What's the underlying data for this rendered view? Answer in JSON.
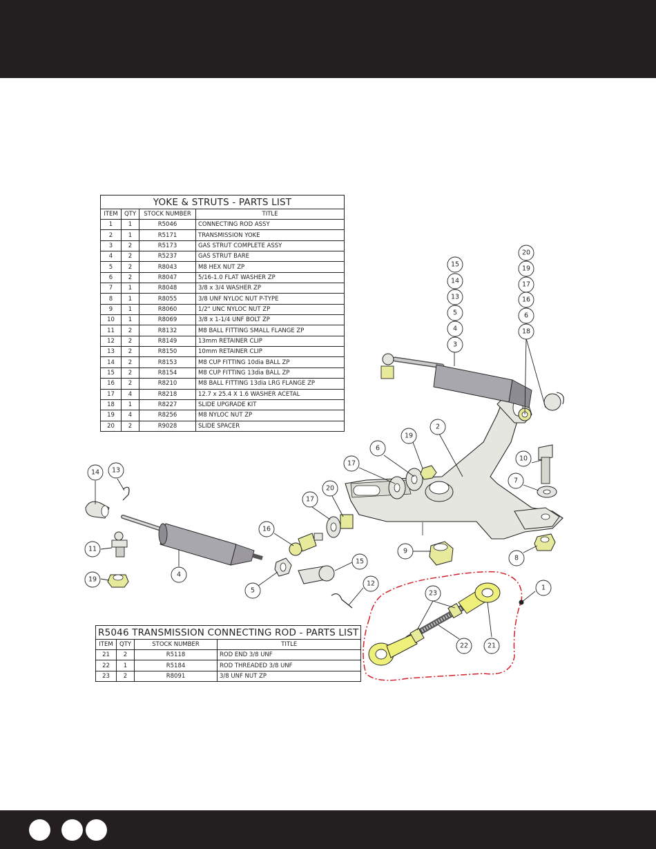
{
  "yoke_table": {
    "title": "YOKE & STRUTS - PARTS LIST",
    "headers": [
      "ITEM",
      "QTY",
      "STOCK NUMBER",
      "TITLE"
    ],
    "rows": [
      [
        "1",
        "1",
        "R5046",
        "CONNECTING ROD ASSY"
      ],
      [
        "2",
        "1",
        "R5171",
        "TRANSMISSION YOKE"
      ],
      [
        "3",
        "2",
        "R5173",
        "GAS STRUT COMPLETE ASSY"
      ],
      [
        "4",
        "2",
        "R5237",
        "GAS STRUT BARE"
      ],
      [
        "5",
        "2",
        "R8043",
        "M8 HEX NUT ZP"
      ],
      [
        "6",
        "2",
        "R8047",
        "5/16-1.0 FLAT WASHER ZP"
      ],
      [
        "7",
        "1",
        "R8048",
        "3/8 x 3/4 WASHER ZP"
      ],
      [
        "8",
        "1",
        "R8055",
        "3/8 UNF NYLOC NUT P-TYPE"
      ],
      [
        "9",
        "1",
        "R8060",
        "1/2\" UNC NYLOC NUT ZP"
      ],
      [
        "10",
        "1",
        "R8069",
        "3/8 x 1-1/4  UNF BOLT ZP"
      ],
      [
        "11",
        "2",
        "R8132",
        "M8 BALL FITTING SMALL FLANGE ZP"
      ],
      [
        "12",
        "2",
        "R8149",
        "13mm RETAINER CLIP"
      ],
      [
        "13",
        "2",
        "R8150",
        "10mm RETAINER CLIP"
      ],
      [
        "14",
        "2",
        "R8153",
        "M8 CUP FITTING 10dia BALL ZP"
      ],
      [
        "15",
        "2",
        "R8154",
        "M8 CUP FITTING 13dia BALL ZP"
      ],
      [
        "16",
        "2",
        "R8210",
        "M8 BALL FITTING 13dia LRG FLANGE ZP"
      ],
      [
        "17",
        "4",
        "R8218",
        "12.7 x 25.4 X 1.6 WASHER ACETAL"
      ],
      [
        "18",
        "1",
        "R8227",
        "SLIDE UPGRADE KIT"
      ],
      [
        "19",
        "4",
        "R8256",
        "M8 NYLOC NUT ZP"
      ],
      [
        "20",
        "2",
        "R9028",
        "SLIDE SPACER"
      ]
    ]
  },
  "rod_table": {
    "title": "R5046 TRANSMISSION CONNECTING ROD - PARTS LIST",
    "headers": [
      "ITEM",
      "QTY",
      "STOCK NUMBER",
      "TITLE"
    ],
    "rows": [
      [
        "21",
        "2",
        "R5118",
        "ROD END 3/8 UNF"
      ],
      [
        "22",
        "1",
        "R5184",
        "ROD THREADED 3/8 UNF"
      ],
      [
        "23",
        "2",
        "R8091",
        "3/8 UNF NUT ZP"
      ]
    ]
  },
  "callouts": {
    "c15a": "15",
    "c14a": "14",
    "c13a": "13",
    "c5a": "5",
    "c4a": "4",
    "c3a": "3",
    "c20a": "20",
    "c19a": "19",
    "c17a": "17",
    "c16a": "16",
    "c6a": "6",
    "c18a": "18",
    "c2": "2",
    "c19b": "19",
    "c6b": "6",
    "c17b": "17",
    "c20b": "20",
    "c17c": "17",
    "c10": "10",
    "c7": "7",
    "c8": "8",
    "c9": "9",
    "c14b": "14",
    "c13b": "13",
    "c11": "11",
    "c19c": "19",
    "c4b": "4",
    "c16b": "16",
    "c5b": "5",
    "c15b": "15",
    "c12": "12",
    "c23": "23",
    "c22": "22",
    "c21": "21",
    "c1": "1"
  },
  "colors": {
    "band": "#231f20",
    "part_fill": "#e4e6df",
    "strut_fill": "#a9a7ae",
    "nut_yellow": "#e6ea9a",
    "rod_yellow": "#eef07a",
    "assembly_outline": "#d0202a"
  }
}
